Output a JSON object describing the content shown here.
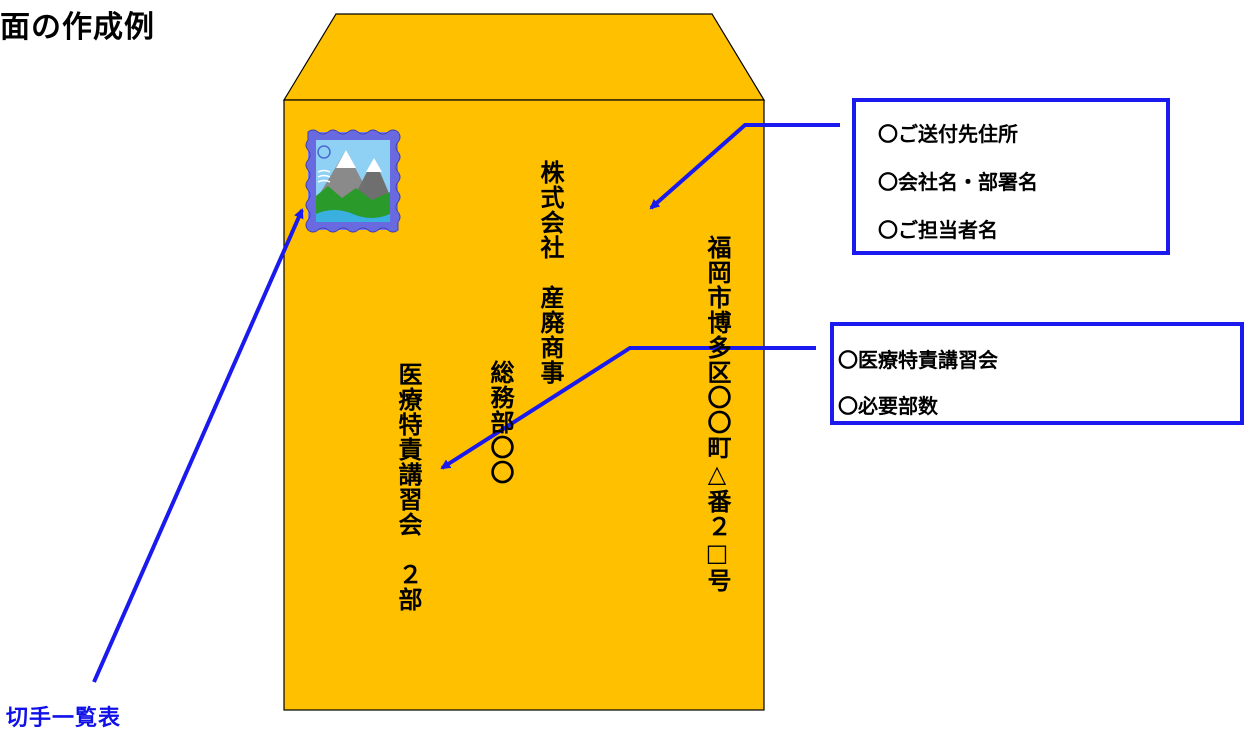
{
  "title": "面の作成例",
  "stamp_link": "切手一覧表",
  "envelope": {
    "address": "福岡市博多区〇〇町△番２□号",
    "company": "株式会社　産廃商事",
    "department": "総務部〇〇",
    "request": "医療特責講習会　２部",
    "color": "#ffc000",
    "stamp_icon": "stamp-icon"
  },
  "callout_top": {
    "lines": [
      "〇ご送付先住所",
      "〇会社名・部署名",
      "〇ご担当者名"
    ]
  },
  "callout_middle": {
    "lines": [
      "〇医療特責講習会",
      "〇必要部数"
    ]
  },
  "colors": {
    "arrow": "#1a1aee",
    "border": "#1a1aee",
    "envelope": "#ffc000"
  }
}
